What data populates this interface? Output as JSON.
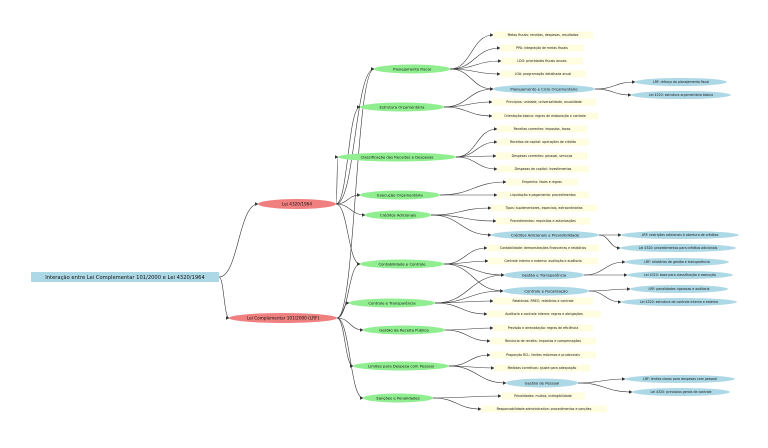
{
  "root": "Interação entre Lei Complementar 101/2000 e Lei 4320/1964",
  "nodes": {
    "lei4320": "Lei 4320/1964",
    "lrf": "Lei Complementar 101/2000 (LRF)",
    "plan": "Planejamento Fiscal",
    "estr": "Estrutura Orçamentária",
    "class": "Classificação das Receitas e Despesas",
    "exec": "Execução Orçamentária",
    "cred": "Créditos Adicionais",
    "contab": "Contabilidade e Controle",
    "transp": "Controle e Transparência",
    "gest": "Gestão da Receita Pública",
    "lim": "Limites para Despesa com Pessoal",
    "sanc": "Sanções e Penalidades",
    "ciclo": "Planejamento e Ciclo Orçamentário",
    "credprev": "Créditos Adicionais e Previsibilidade",
    "gtransp": "Gestão e Transparência",
    "cfisc": "Controle e Fiscalização",
    "gpessoal": "Gestão de Pessoal"
  },
  "leaves": {
    "p1": "Metas fiscais: receitas, despesas, resultados",
    "p2": "PPA: integração de metas fiscais",
    "p3": "LDO: prioridades fiscais anuais",
    "p4": "LOA: programação detalhada anual",
    "e1": "Princípios: unidade, universalidade, anualidade",
    "e2": "Orientação básica: regras de elaboração e controle",
    "c1": "Receitas correntes: impostos, taxas",
    "c2": "Receitas de capital: operações de crédito",
    "c3": "Despesas correntes: pessoal, serviços",
    "c4": "Despesas de capital: investimentos",
    "x1": "Empenho: fases e regras",
    "x2": "Liquidação e pagamento: procedimentos",
    "r1": "Tipos: suplementares, especiais, extraordinários",
    "r2": "Procedimentos: requisitos e autorizações",
    "t1": "Contabilidade: demonstrações financeiras e relatórios",
    "t2": "Controle interno e externo: avaliação e auditoria",
    "tr1": "Relatórios: RREO, relatórios e controle",
    "tr2": "Auditoria e controle interno: regras e obrigações",
    "g1": "Previsão e arrecadação: regras de eficiência",
    "g2": "Renúncia de receita: impactos e compensações",
    "l1": "Proporção RCL: limites máximos e prudenciais",
    "l2": "Medidas corretivas: ajuste para adequação",
    "s1": "Penalidades: multas, inelegibilidade",
    "s2": "Responsabilidade administrativa: procedimentos e sanções",
    "k1": "LRF: reforço do planejamento fiscal",
    "k2": "Lei 4320: estrutura orçamentária básica",
    "k3": "LRF: restrições adicionais à abertura de créditos",
    "k4": "Lei 4320: procedimentos para créditos adicionais",
    "k5": "LRF: relatórios de gestão e transparência",
    "k6": "Lei 4320: base para classificação e execução",
    "k7": "LRF: penalidades rigorosas e auditoria",
    "k8": "Lei 4320: estrutura de controle interno e externo",
    "k9": "LRF: limites claros para despesas com pessoal",
    "k10": "Lei 4320: princípios gerais de controle"
  },
  "colors": {
    "root": "#add8e6",
    "lei": "#f08080",
    "green": "#90ee90",
    "blue": "#add8e6",
    "leaf": "#fffde0",
    "edge": "#333333"
  }
}
